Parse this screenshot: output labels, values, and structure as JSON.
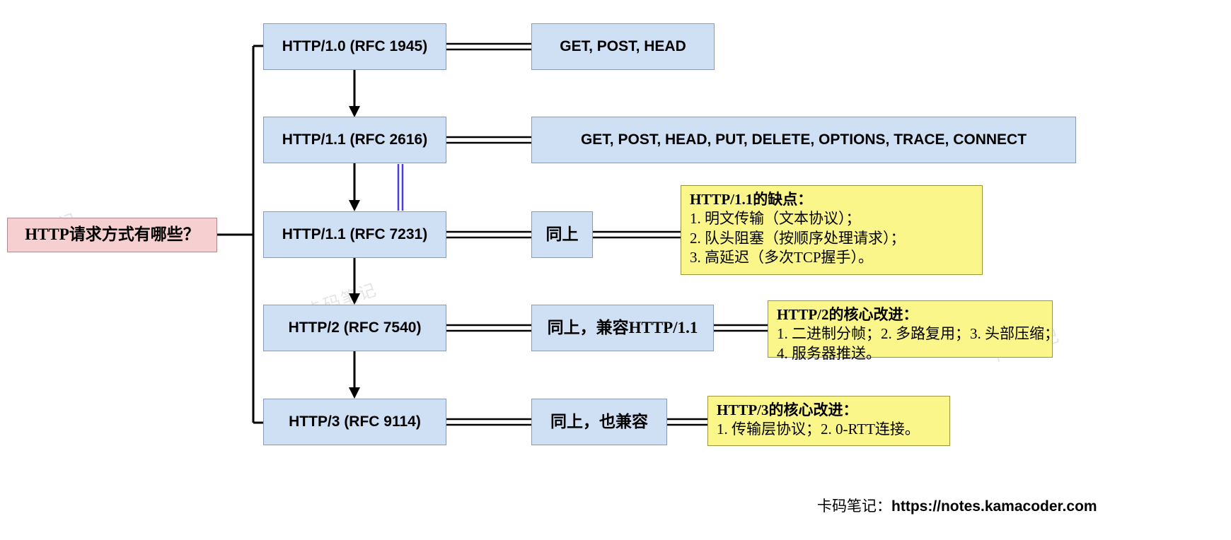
{
  "diagram": {
    "root": {
      "label": "HTTP请求方式有哪些？"
    },
    "versions": [
      {
        "id": "http10",
        "label": "HTTP/1.0 (RFC 1945)"
      },
      {
        "id": "http11a",
        "label": "HTTP/1.1 (RFC 2616)"
      },
      {
        "id": "http11b",
        "label": "HTTP/1.1 (RFC 7231)"
      },
      {
        "id": "http2",
        "label": "HTTP/2 (RFC 7540)"
      },
      {
        "id": "http3",
        "label": "HTTP/3 (RFC 9114)"
      }
    ],
    "methods": [
      {
        "id": "m10",
        "label": "GET, POST, HEAD"
      },
      {
        "id": "m11a",
        "label": "GET, POST, HEAD, PUT, DELETE, OPTIONS, TRACE, CONNECT"
      },
      {
        "id": "m11b",
        "label": "同上"
      },
      {
        "id": "m2",
        "label": "同上，兼容HTTP/1.1"
      },
      {
        "id": "m3",
        "label": "同上，也兼容"
      }
    ],
    "notes": [
      {
        "id": "note-http11",
        "heading": "HTTP/1.1的缺点：",
        "lines": [
          "1. 明文传输（文本协议）；",
          "2. 队头阻塞（按顺序处理请求）；",
          "3. 高延迟（多次TCP握手）。"
        ]
      },
      {
        "id": "note-http2",
        "heading": "HTTP/2的核心改进：",
        "lines": [
          "1. 二进制分帧；2. 多路复用；3. 头部压缩；",
          "4. 服务器推送。"
        ]
      },
      {
        "id": "note-http3",
        "heading": "HTTP/3的核心改进：",
        "lines": [
          "1. 传输层协议；2. 0-RTT连接。"
        ]
      }
    ],
    "watermarks": [
      "卡码笔记",
      "卡码笔记",
      "卡码笔记",
      "卡码笔记",
      "卡码笔记"
    ],
    "footer": {
      "prefix": "卡码笔记：",
      "url": "https://notes.kamacoder.com"
    },
    "colors": {
      "node_blue": "#cfe0f5",
      "node_pink": "#f6cfd0",
      "note_yellow": "#fbf68a",
      "edge": "#000000",
      "cursor_accent": "#4b3ce0"
    }
  }
}
